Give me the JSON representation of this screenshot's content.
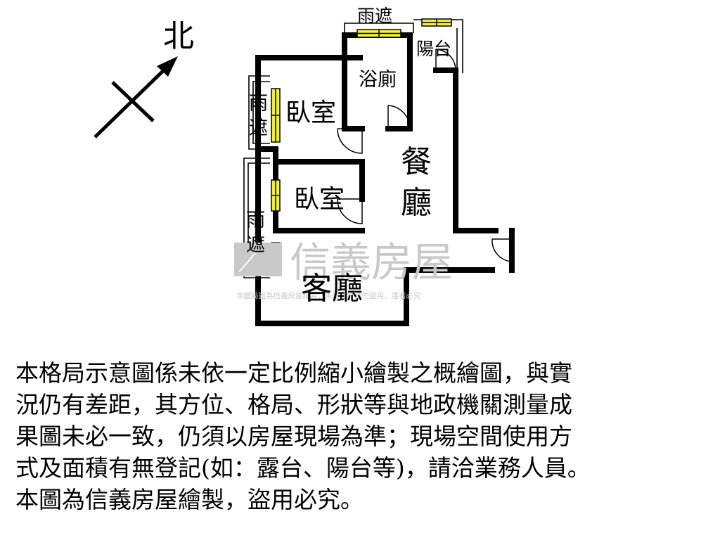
{
  "compass": {
    "north_label": "北"
  },
  "rooms": {
    "rain_cover_top": "雨遮",
    "balcony": "陽台",
    "bathroom": "浴廁",
    "bedroom_1": "臥室",
    "rain_cover_left_1": [
      "雨",
      "遮"
    ],
    "dining_living": [
      "餐",
      "廳"
    ],
    "bedroom_2": "臥室",
    "rain_cover_left_2": [
      "雨",
      "遮"
    ],
    "living_room": "客廳"
  },
  "watermark": {
    "brand": "信義房屋",
    "small_text": "本圖局圖為信義房屋繪製，未經允許請勿盜用，違者必究"
  },
  "colors": {
    "window": "#f2ef3c",
    "wall": "#000000",
    "watermark": "#c9c9c9"
  },
  "disclaimer": {
    "lines": [
      "本格局示意圖係未依一定比例縮小繪製之概繪圖，與實",
      "況仍有差距，其方位、格局、形狀等與地政機關測量成",
      "果圖未必一致，仍須以房屋現場為準；現場空間使用方",
      "式及面積有無登記(如：露台、陽台等)，請洽業務人員。",
      "本圖為信義房屋繪製，盜用必究。"
    ]
  }
}
